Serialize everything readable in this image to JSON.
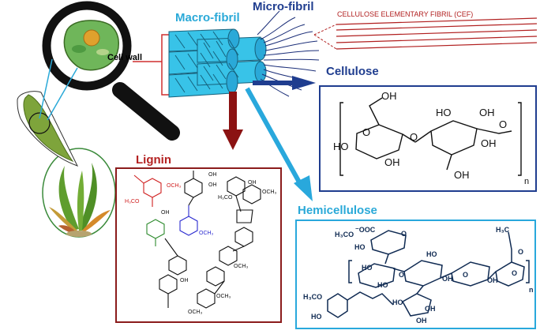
{
  "labels": {
    "macro_fibril": "Macro-fibril",
    "micro_fibril": "Micro-fibril",
    "cef": "CELLULOSE ELEMENTARY FIBRIL (CEF)",
    "cell_wall": "Cell wall",
    "cellulose": "Cellulose",
    "lignin": "Lignin",
    "hemicellulose": "Hemicellulose"
  },
  "cellulose_structure": {
    "groups": [
      "OH",
      "HO",
      "O",
      "OH",
      "HO",
      "OH",
      "O",
      "OH",
      "OH",
      "O",
      "n"
    ]
  },
  "hemicellulose_structure": {
    "groups": [
      "H₃CO",
      "⁻OOC",
      "HO",
      "HO",
      "HO",
      "O",
      "O",
      "HO",
      "OH",
      "O",
      "OH",
      "H₃C",
      "O",
      "O",
      "OH",
      "HO",
      "OH",
      "H₃CO",
      "HO",
      "n"
    ]
  },
  "lignin_structure": {
    "groups": [
      "OH",
      "OH",
      "OCH₃",
      "H₃CO",
      "OCH₃",
      "OH",
      "OH",
      "OCH₃",
      "OCH₃",
      "OCH₃",
      "H₃CO",
      "OCH₃",
      "OH"
    ]
  },
  "colors": {
    "cellulose_box": "#1f3d8f",
    "lignin_box": "#8b1c1c",
    "hemicellulose_box": "#29a8dc",
    "arrow_down": "#8b1212",
    "arrow_right": "#1f3d8f",
    "arrow_diag": "#29a8dc",
    "fibril": "#38c3e8"
  }
}
